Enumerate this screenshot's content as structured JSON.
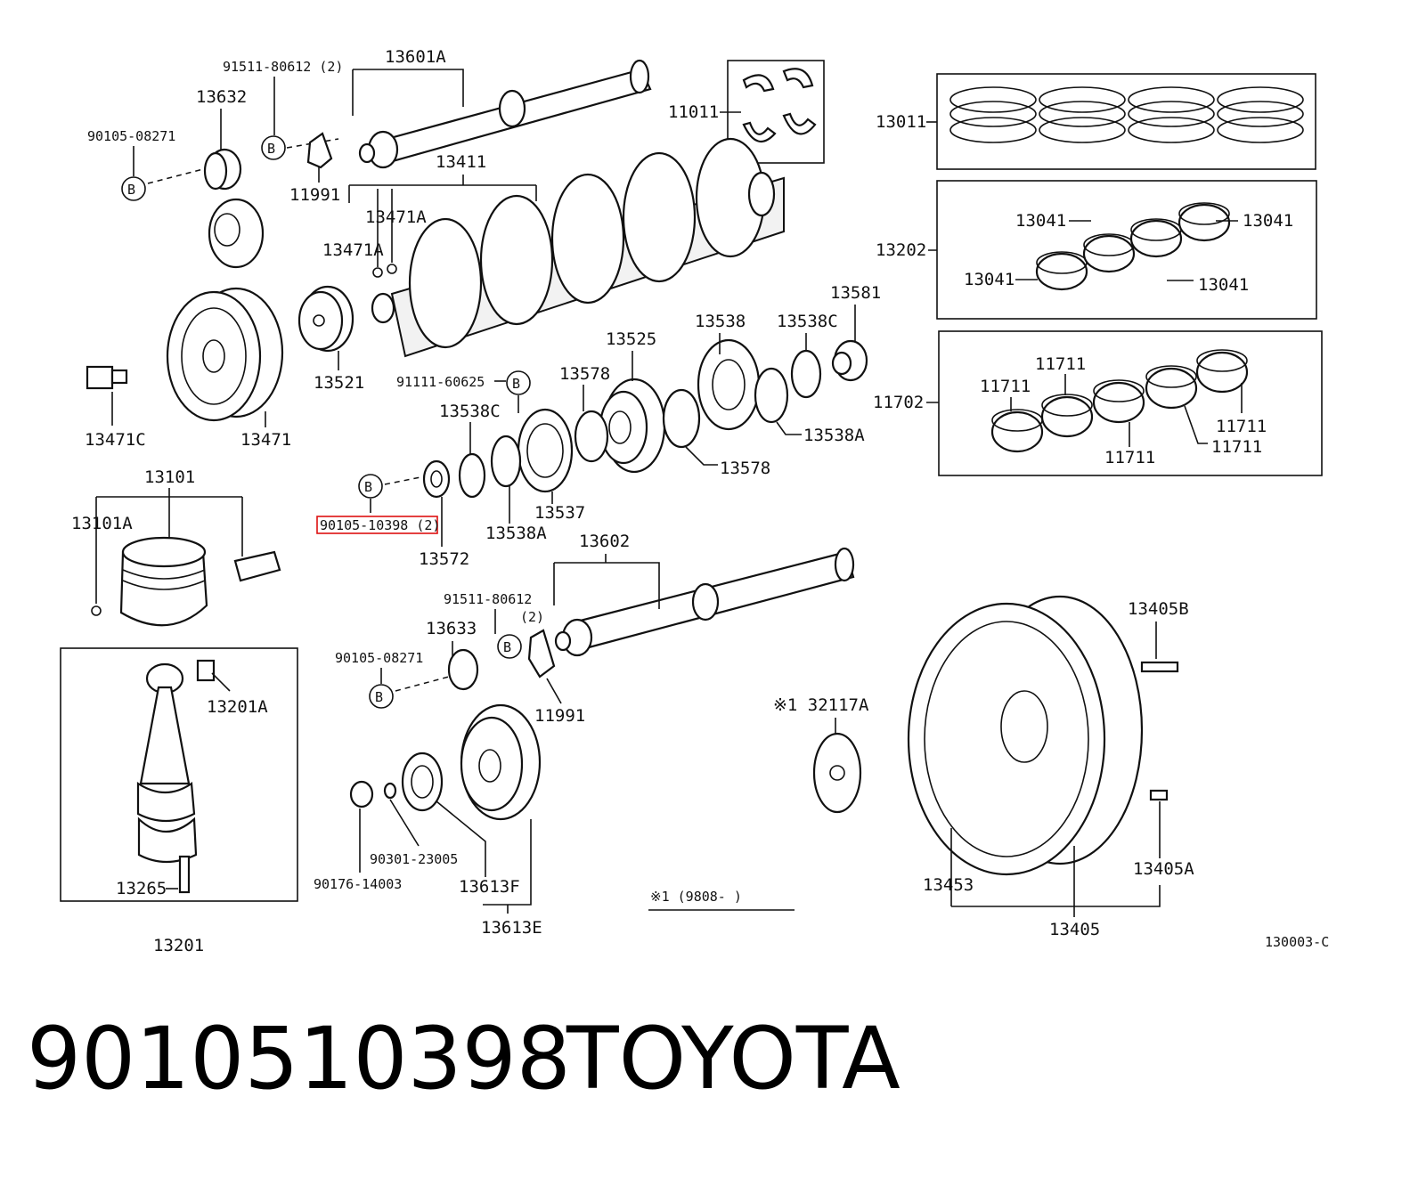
{
  "diagram": {
    "labels": {
      "l13601A": "13601A",
      "l91511_80612_2": "91511-80612 (2)",
      "l13632": "13632",
      "l90105_08271_top": "90105-08271",
      "l11991_top": "11991",
      "l11011": "11011",
      "l13011": "13011",
      "l13411": "13411",
      "l13471A_a": "13471A",
      "l13471A_b": "13471A",
      "l13202": "13202",
      "l13041_a": "13041",
      "l13041_b": "13041",
      "l13041_c": "13041",
      "l13041_d": "13041",
      "l13581": "13581",
      "l13538": "13538",
      "l13538C_top": "13538C",
      "l13525": "13525",
      "l13521": "13521",
      "l13471": "13471",
      "l13471C": "13471C",
      "l91111_60625": "91111-60625",
      "l13578_a": "13578",
      "l13578_b": "13578",
      "l13538C": "13538C",
      "l13538A_right": "13538A",
      "l11702": "11702",
      "l11711_a": "11711",
      "l11711_b": "11711",
      "l11711_c": "11711",
      "l11711_d": "11711",
      "l11711_e": "11711",
      "l13101": "13101",
      "l13101A": "13101A",
      "l90105_10398": "90105-10398 (2)",
      "l13537": "13537",
      "l13538A": "13538A",
      "l13572": "13572",
      "l13602": "13602",
      "l91511_80612": "91511-80612",
      "l_2": "(2)",
      "l13633": "13633",
      "l90105_08271_bot": "90105-08271",
      "l11991_bot": "11991",
      "l13405B": "13405B",
      "l13201A": "13201A",
      "l32117A": "※1 32117A",
      "l13265": "13265",
      "l90301_23005": "90301-23005",
      "l90176_14003": "90176-14003",
      "l13613F": "13613F",
      "l13613E": "13613E",
      "l13453": "13453",
      "l13405A": "13405A",
      "l13405": "13405",
      "l13201": "13201",
      "note": "※1 (9808-        )",
      "diagram_code": "130003-C",
      "B": "B"
    }
  },
  "caption": {
    "part_number": "9010510398",
    "brand": "TOYOTA"
  },
  "colors": {
    "highlight": "#d11111",
    "ink": "#111111"
  }
}
